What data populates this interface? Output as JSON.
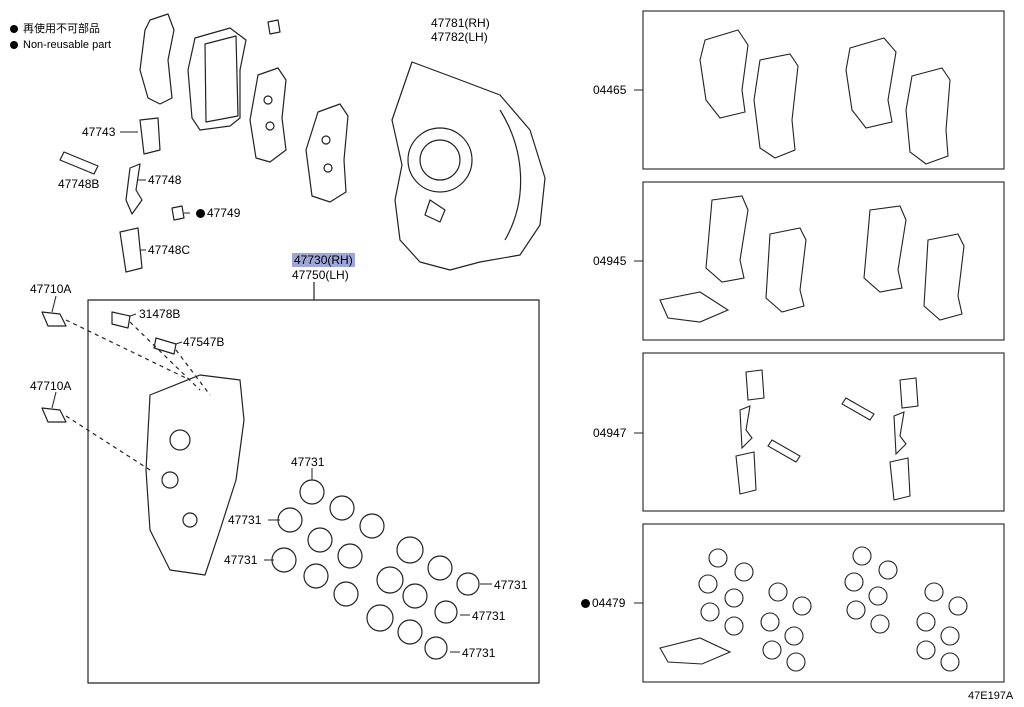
{
  "legend": {
    "items": [
      {
        "icon": "filled-dot-icon",
        "text": "再使用不可部品"
      },
      {
        "icon": "filled-dot-icon",
        "text": "Non-reusable part"
      }
    ]
  },
  "parts": {
    "p47781": "47781(RH)",
    "p47782": "47782(LH)",
    "p47730": "47730(RH)",
    "p47750": "47750(LH)",
    "p47743": "47743",
    "p47748B": "47748B",
    "p47748": "47748",
    "p47749": "47749",
    "p47748C": "47748C",
    "p47710A_1": "47710A",
    "p47710A_2": "47710A",
    "p31478B": "31478B",
    "p47547B": "47547B",
    "p47731_a": "47731",
    "p47731_b": "47731",
    "p47731_c": "47731",
    "p47731_d": "47731",
    "p47731_e": "47731",
    "p47731_f": "47731"
  },
  "kits": {
    "k04465": "04465",
    "k04945": "04945",
    "k04947": "04947",
    "k04479": "04479"
  },
  "footer": {
    "code": "47E197A"
  },
  "colors": {
    "highlight": "#9ea6d8",
    "line": "#222222"
  }
}
